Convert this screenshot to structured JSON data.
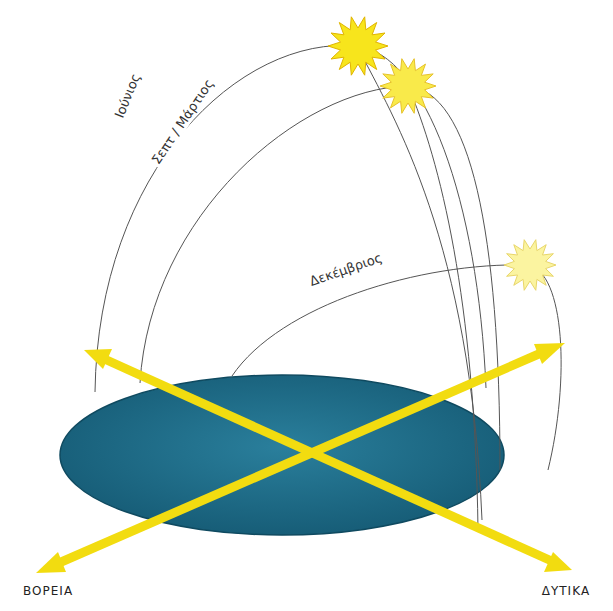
{
  "diagram": {
    "labels": [
      "Ιούνιος",
      "Σεπτ / Μάρτιος",
      "Δεκέμβριος",
      "ΒΟΡΕΙΑ",
      "ΔΥΤΙΚΑ"
    ]
  }
}
